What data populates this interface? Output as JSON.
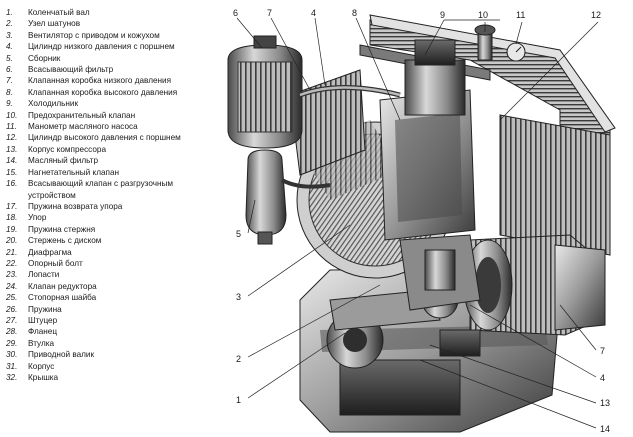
{
  "legend": [
    {
      "num": "1.",
      "text": "Коленчатый вал"
    },
    {
      "num": "2.",
      "text": "Узел шатунов"
    },
    {
      "num": "3.",
      "text": "Вентилятор с приводом и кожухом"
    },
    {
      "num": "4.",
      "text": "Цилиндр низкого давления с поршнем"
    },
    {
      "num": "5.",
      "text": "Сборник"
    },
    {
      "num": "6.",
      "text": "Всасывающий фильтр"
    },
    {
      "num": "7.",
      "text": "Клапанная коробка низкого давления"
    },
    {
      "num": "8.",
      "text": "Клапанная коробка высокого давления"
    },
    {
      "num": "9.",
      "text": "Холодильник"
    },
    {
      "num": "10.",
      "text": "Предохранительный клапан"
    },
    {
      "num": "11.",
      "text": "Манометр масляного насоса"
    },
    {
      "num": "12.",
      "text": "Цилиндр высокого давления с поршнем"
    },
    {
      "num": "13.",
      "text": "Корпус компрессора"
    },
    {
      "num": "14.",
      "text": "Масляный фильтр"
    },
    {
      "num": "15.",
      "text": "Нагнетательный клапан"
    },
    {
      "num": "16.",
      "text": "Всасывающий клапан с разгрузочным устройством"
    },
    {
      "num": "17.",
      "text": "Пружина возврата упора"
    },
    {
      "num": "18.",
      "text": "Упор"
    },
    {
      "num": "19.",
      "text": "Пружина стержня"
    },
    {
      "num": "20.",
      "text": "Стержень с диском"
    },
    {
      "num": "21.",
      "text": "Диафрагма"
    },
    {
      "num": "22.",
      "text": "Опорный болт"
    },
    {
      "num": "23.",
      "text": "Лопасти"
    },
    {
      "num": "24.",
      "text": "Клапан редуктора"
    },
    {
      "num": "25.",
      "text": "Стопорная шайба"
    },
    {
      "num": "26.",
      "text": "Пружина"
    },
    {
      "num": "27.",
      "text": "Штуцер"
    },
    {
      "num": "28.",
      "text": "Фланец"
    },
    {
      "num": "29.",
      "text": "Втулка"
    },
    {
      "num": "30.",
      "text": "Приводной валик"
    },
    {
      "num": "31.",
      "text": "Корпус"
    },
    {
      "num": "32.",
      "text": "Крышка"
    }
  ],
  "callouts": [
    "1",
    "2",
    "3",
    "4",
    "5",
    "6",
    "7",
    "8",
    "9",
    "10",
    "11",
    "12",
    "13",
    "14",
    "7",
    "4"
  ]
}
